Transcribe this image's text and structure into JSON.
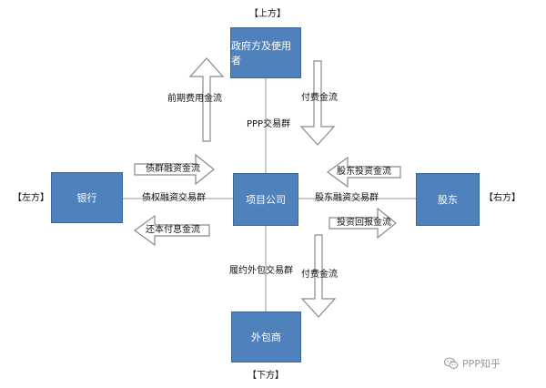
{
  "positions": {
    "top": "【上方】",
    "left": "【左方】",
    "right": "【右方】",
    "bottom": "【下方】"
  },
  "nodes": {
    "government": "政府方及使用者",
    "bank": "银行",
    "project": "项目公司",
    "shareholder": "股东",
    "contractor": "外包商"
  },
  "groups": {
    "ppp": "PPP交易群",
    "debt": "债权融资交易群",
    "equity": "股东融资交易群",
    "outsource": "履约外包交易群"
  },
  "flows": {
    "upfront_cost": "前期费用金流",
    "payment_top": "付费金流",
    "debt_financing": "债群融资金流",
    "repayment": "还本付息金流",
    "equity_investment": "股东投资金流",
    "investment_return": "投资回报金流",
    "payment_bottom": "付费金流"
  },
  "watermark": "PPP知乎",
  "colors": {
    "box": "#4f81bd",
    "box_border": "#3a6795",
    "line": "#9a9a9a"
  }
}
